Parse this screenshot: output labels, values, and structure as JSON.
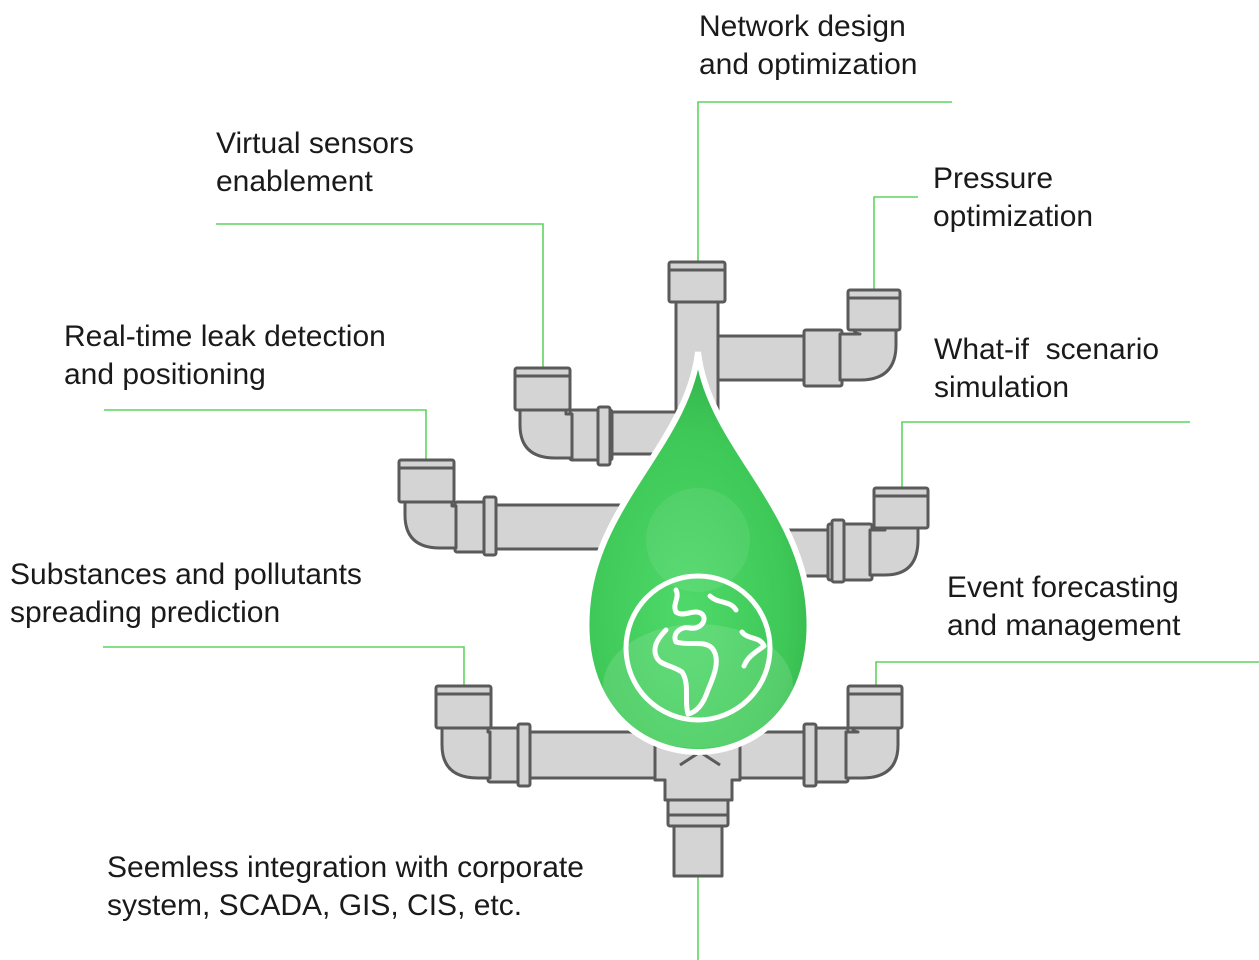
{
  "colors": {
    "connector": "#5fd35f",
    "pipe_fill": "#d4d4d4",
    "pipe_stroke": "#5a5a5a",
    "drop_dark": "#2fae4a",
    "drop_light": "#44cc5e",
    "icon_stroke": "#ffffff",
    "text": "#1a1a1a"
  },
  "center_icon": "globe-icon",
  "labels": {
    "network": [
      "Network design",
      "and optimization"
    ],
    "virtual": [
      "Virtual sensors",
      "enablement"
    ],
    "pressure": [
      "Pressure",
      "optimization"
    ],
    "leak": [
      "Real-time leak detection",
      "and positioning"
    ],
    "whatif": [
      "What-if  scenario",
      "simulation"
    ],
    "substances": [
      "Substances and pollutants",
      "spreading prediction"
    ],
    "event": [
      "Event forecasting",
      "and management"
    ],
    "integration": [
      "Seemless integration with corporate",
      "system, SCADA, GIS, CIS, etc."
    ]
  }
}
